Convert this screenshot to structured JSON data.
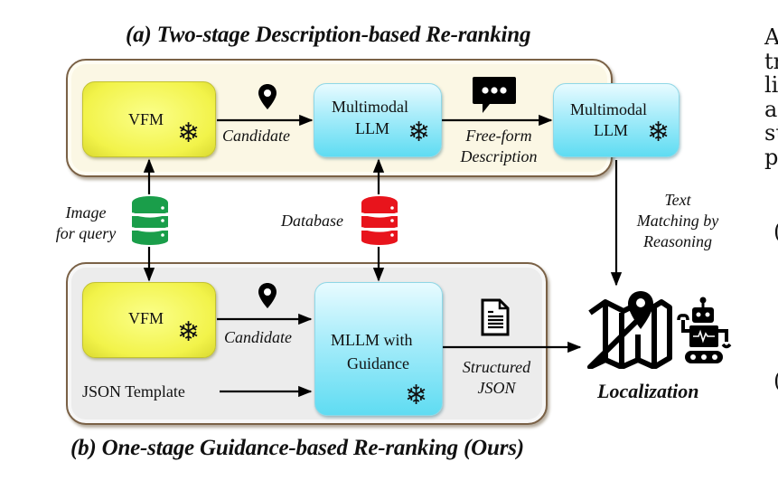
{
  "titles": {
    "top": "(a) Two-stage Description-based Re-ranking",
    "bottom": "(b) One-stage Guidance-based Re-ranking (Ours)"
  },
  "panel_a": {
    "vfm": {
      "label": "VFM",
      "icon": "snowflake-icon"
    },
    "arrow1_label": "Candidate",
    "arrow1_icon": "location-pin-icon",
    "mllm1": {
      "label_line1": "Multimodal",
      "label_line2": "LLM",
      "icon": "snowflake-icon"
    },
    "arrow2_label_line1": "Free-form",
    "arrow2_label_line2": "Description",
    "arrow2_icon": "speech-bubble-icon",
    "mllm2": {
      "label_line1": "Multimodal",
      "label_line2": "LLM",
      "icon": "snowflake-icon"
    }
  },
  "shared": {
    "query_label_line1": "Image",
    "query_label_line2": "for query",
    "query_db_icon": "database-icon",
    "query_db_color": "#1a9e4a",
    "database_label": "Database",
    "database_icon": "database-icon",
    "database_color": "#e8141c",
    "text_matching_line1": "Text",
    "text_matching_line2": "Matching by",
    "text_matching_line3": "Reasoning"
  },
  "panel_b": {
    "vfm": {
      "label": "VFM",
      "icon": "snowflake-icon"
    },
    "arrow1_label": "Candidate",
    "arrow1_icon": "location-pin-icon",
    "json_template_label": "JSON Template",
    "mllm": {
      "label_line1": "MLLM with",
      "label_line2": "Guidance",
      "icon": "snowflake-icon"
    },
    "output_label_line1": "Structured",
    "output_label_line2": "JSON",
    "output_icon": "document-icon"
  },
  "output": {
    "label": "Localization",
    "icons": [
      "map-pin-icon",
      "robot-icon"
    ]
  },
  "side_text": {
    "lines": [
      "A",
      "tr",
      "li",
      "a",
      "st",
      "p",
      "(",
      "("
    ]
  },
  "colors": {
    "panel_a_bg": "#fbf7e4",
    "panel_b_bg": "#ececec",
    "vfm_yellow": "#f2f34a",
    "mllm_cyan": "#7fe3f5"
  }
}
